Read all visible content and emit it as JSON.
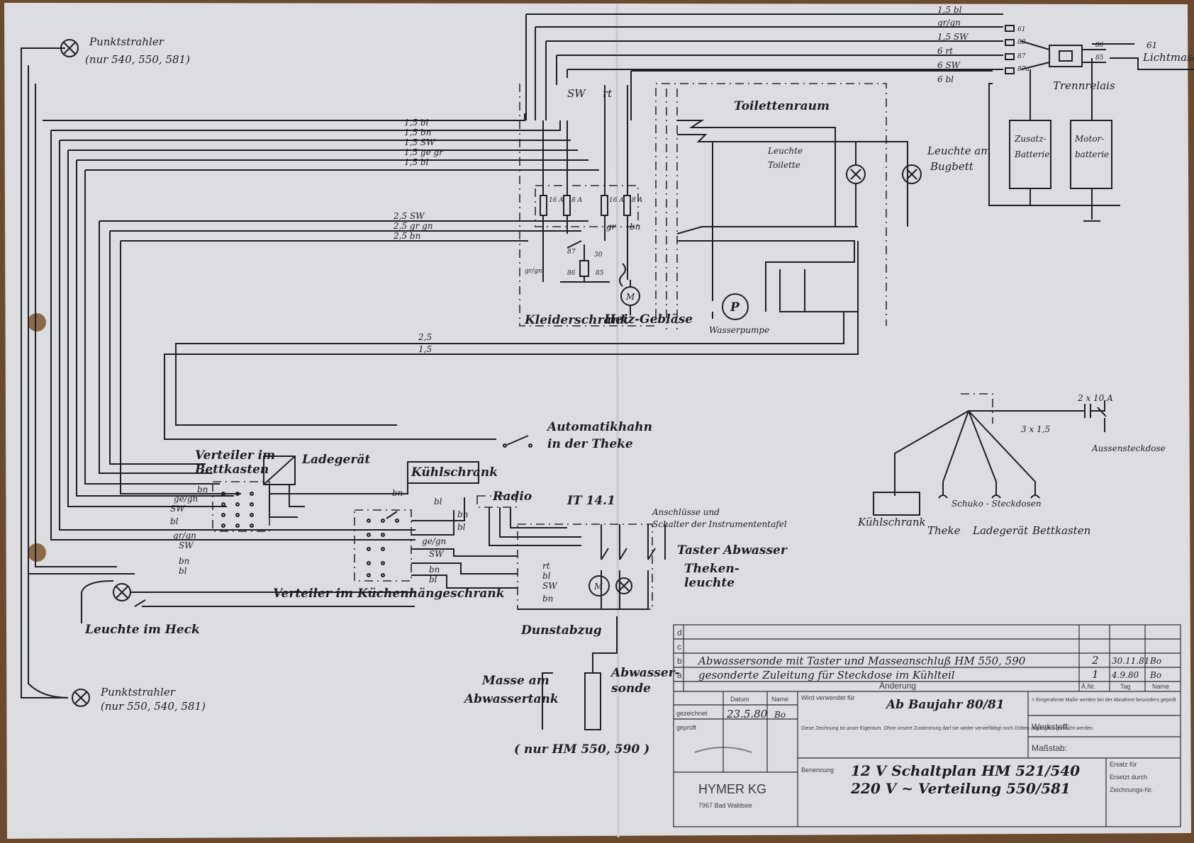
{
  "colors": {
    "paper": "#dcdde1",
    "ink": "#1f1f24",
    "background": "#6b4a2e"
  },
  "labels": {
    "punktstrahler_top": "Punktstrahler",
    "punktstrahler_top_note": "(nur 540, 550, 581)",
    "punktstrahler_bottom": "Punktstrahler",
    "punktstrahler_bottom_note": "(nur 550, 540, 581)",
    "toilettenraum": "Toilettenraum",
    "leuchte_toilette_1": "Leuchte",
    "leuchte_toilette_2": "Toilette",
    "leuchte_bugbett_1": "Leuchte am",
    "leuchte_bugbett_2": "Bugbett",
    "trennrelais": "Trennrelais",
    "zusatz_batterie_1": "Zusatz-",
    "zusatz_batterie_2": "Batterie",
    "motor_batterie_1": "Motor-",
    "motor_batterie_2": "batterie",
    "lichtmasch": "Lichtmasch.",
    "klemme_61": "61",
    "kleiderschrank": "Kleiderschrank",
    "heizgeblaese": "Heiz-Gebläse",
    "wasserpumpe": "Wasserpumpe",
    "automatikhahn_1": "Automatikhahn",
    "automatikhahn_2": "in der Theke",
    "verteiler_bettkasten_1": "Verteiler im",
    "verteiler_bettkasten_2": "Bettkasten",
    "ladegeraet": "Ladegerät",
    "kuehlschrank": "Kühlschrank",
    "radio": "Radio",
    "it141": "IT 14.1",
    "kontrollanschluss_1": "Anschlüsse und",
    "kontrollanschluss_2": "Schalter der Instrumententafel",
    "taster_abwasser": "Taster Abwasser",
    "thekenleuchte_1": "Theken-",
    "thekenleuchte_2": "leuchte",
    "verteiler_kueche": "Verteiler im Küchenhängeschrank",
    "leuchte_heck": "Leuchte im Heck",
    "dunstabzug": "Dunstabzug",
    "masse_1": "Masse am",
    "masse_2": "Abwassertank",
    "abwassersonde_1": "Abwasser-",
    "abwassersonde_2": "sonde",
    "nur_hm": "( nur HM 550, 590 )",
    "fuse_2x10": "2 x 10 A",
    "cable_3x15": "3 x 1,5",
    "aussensteckdose": "Aussensteckdose",
    "kuehlschrank_220": "Kühlschrank",
    "schuko_steckdosen": "Schuko - Steckdosen",
    "theke": "Theke",
    "ladegeraet_220": "Ladegerät",
    "bettkasten_220": "Bettkasten",
    "sw": "SW",
    "rt": "rt",
    "gr": "gr",
    "bn": "bn",
    "ge_gn": "gr/gn",
    "m": "M",
    "p": "P"
  },
  "fuses": [
    "16 A",
    "8 A",
    "16 A",
    "8 A"
  ],
  "relay_terminals": [
    "87",
    "30",
    "86",
    "85"
  ],
  "battery_terminals": [
    "86",
    "85"
  ],
  "top_wires": [
    "1,5 bl",
    "gr/gn",
    "1,5 SW",
    "6 rt",
    "6 SW",
    "6 bl"
  ],
  "top_wire_ends": [
    "61",
    "88",
    "87",
    "87a",
    "85"
  ],
  "left_wires_a": [
    "1,5 bl",
    "1,5 bn",
    "1,5 SW",
    "1,5 ge gr",
    "1,5 bl"
  ],
  "left_wires_b": [
    "2,5 SW",
    "2,5 gr gn",
    "2,5 bn"
  ],
  "mid_wires": [
    "2,5",
    "1,5"
  ],
  "bettkasten_wires": [
    "bn",
    "ge/gn",
    "SW",
    "bl",
    "gr/gn",
    "SW",
    "bn",
    "bl"
  ],
  "kueche_wires": [
    "bn",
    "bl",
    "bn",
    "bl",
    "ge/gn",
    "SW",
    "bn",
    "bl"
  ],
  "it_wires": [
    "rt",
    "bl",
    "SW",
    "bn"
  ],
  "titleblock": {
    "rows": [
      "d",
      "c",
      "b",
      "a"
    ],
    "change_b": "Abwassersonde mit Taster und Masseanschluß HM 550, 590",
    "change_a": "gesonderte Zuleitung für Steckdose im Kühlteil",
    "idx_b": "2",
    "idx_a": "1",
    "date_b": "30.11.81",
    "date_a": "4.9.80",
    "name_b": "Bo",
    "name_a": "Bo",
    "col_aend": "Ä.Nr.",
    "col_tag": "Tag",
    "col_name": "Name",
    "aenderung": "Änderung",
    "datum": "Datum",
    "name": "Name",
    "gezeichnet": "gezeichnet",
    "geprueft": "geprüft",
    "gez_date": "23.5.80",
    "gez_name": "Bo",
    "wird_verwendet": "Wird verwendet für",
    "baujahr": "Ab Baujahr 80/81",
    "eingerahmt": "= Eingerahmte Maße werden bei der Abnahme besonders geprüft",
    "werkstoff": "Werkstoff:",
    "massstab": "Maßstab:",
    "ersatz_fuer": "Ersatz für",
    "ersetzt_durch": "Ersetzt durch",
    "zeichnungsnr": "Zeichnungs-Nr.",
    "benennung": "Benennung",
    "title1": "12 V Schaltplan HM 521/540",
    "title2": "220 V ~ Verteilung 550/581",
    "company": "HYMER KG",
    "address": "7967 Bad Waldsee",
    "legal": "Diese Zeichnung ist unser Eigentum. Ohne unsere Zustimmung darf sie weder vervielfältigt noch Dritten zugänglich gemacht werden."
  }
}
